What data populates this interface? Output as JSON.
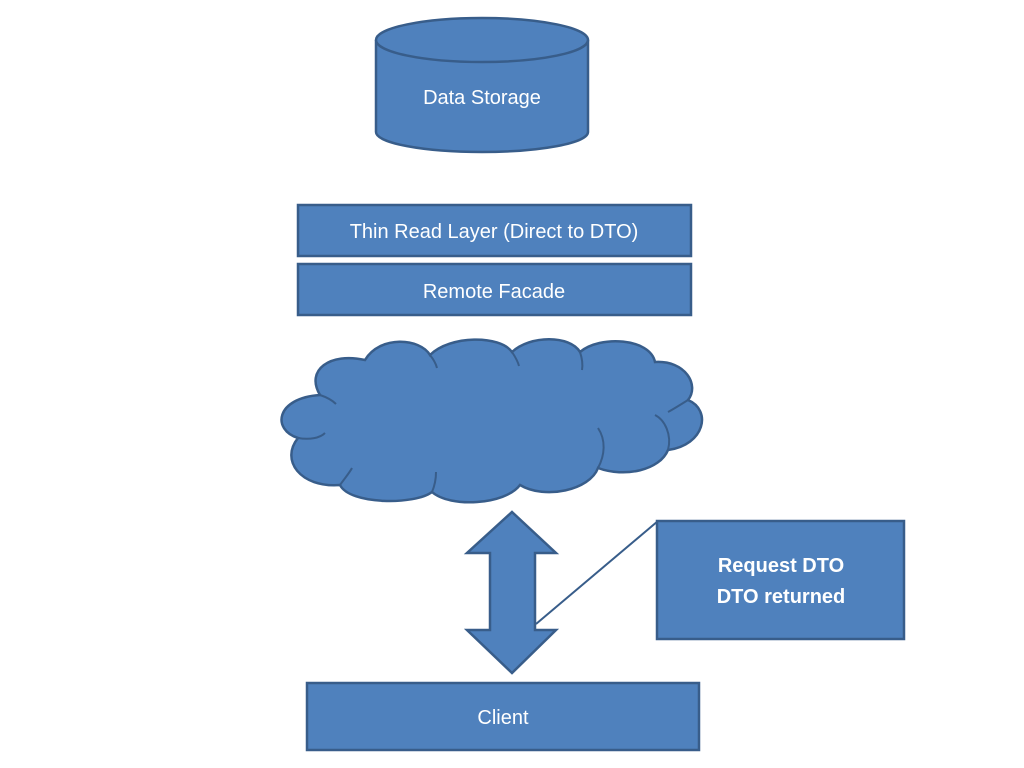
{
  "colors": {
    "fill": "#4f81bd",
    "stroke": "#385d8a",
    "text": "#ffffff",
    "background": "#ffffff"
  },
  "data_storage": {
    "label": "Data Storage"
  },
  "thin_read_layer": {
    "label": "Thin Read Layer (Direct to DTO)"
  },
  "remote_facade": {
    "label": "Remote Facade"
  },
  "network": {
    "icon": "cloud-icon"
  },
  "transfer": {
    "icon": "double-arrow-icon"
  },
  "callout": {
    "line1": "Request DTO",
    "line2": "DTO returned"
  },
  "client": {
    "label": "Client"
  }
}
